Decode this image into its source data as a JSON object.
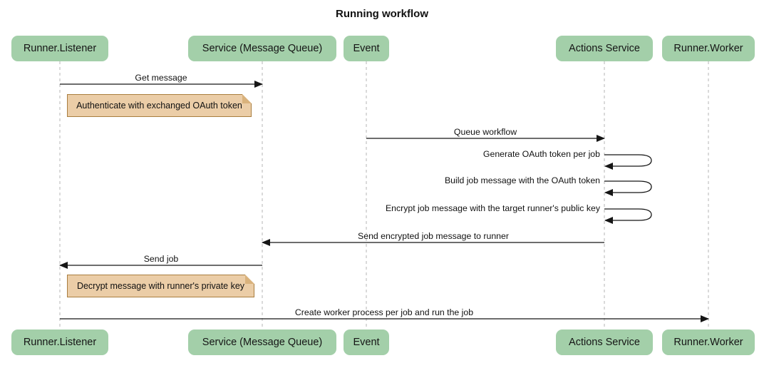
{
  "title": "Running workflow",
  "participants": [
    {
      "name": "Runner.Listener"
    },
    {
      "name": "Service (Message Queue)"
    },
    {
      "name": "Event"
    },
    {
      "name": "Actions Service"
    },
    {
      "name": "Runner.Worker"
    }
  ],
  "messages": [
    {
      "type": "arrow",
      "from": "Runner.Listener",
      "to": "Service (Message Queue)",
      "label": "Get message"
    },
    {
      "type": "note",
      "over": "Runner.Listener",
      "label": "Authenticate with exchanged OAuth token"
    },
    {
      "type": "arrow",
      "from": "Event",
      "to": "Actions Service",
      "label": "Queue workflow"
    },
    {
      "type": "self",
      "from": "Actions Service",
      "to": "Actions Service",
      "label": "Generate OAuth token per job"
    },
    {
      "type": "self",
      "from": "Actions Service",
      "to": "Actions Service",
      "label": "Build job message with the OAuth token"
    },
    {
      "type": "self",
      "from": "Actions Service",
      "to": "Actions Service",
      "label": "Encrypt job message with the target runner's public key"
    },
    {
      "type": "arrow",
      "from": "Actions Service",
      "to": "Service (Message Queue)",
      "label": "Send encrypted job message to runner"
    },
    {
      "type": "arrow",
      "from": "Service (Message Queue)",
      "to": "Runner.Listener",
      "label": "Send job"
    },
    {
      "type": "note",
      "over": "Runner.Listener",
      "label": "Decrypt message with runner's private key"
    },
    {
      "type": "arrow",
      "from": "Runner.Listener",
      "to": "Runner.Worker",
      "label": "Create worker process per job and run the job"
    }
  ],
  "colors": {
    "participant_fill": "#a3cfa9",
    "note_fill": "#ebcda7",
    "note_border": "#a97e3f",
    "lifeline": "#b5b5b5",
    "line": "#161616",
    "background": "#ffffff",
    "text": "#111111"
  }
}
